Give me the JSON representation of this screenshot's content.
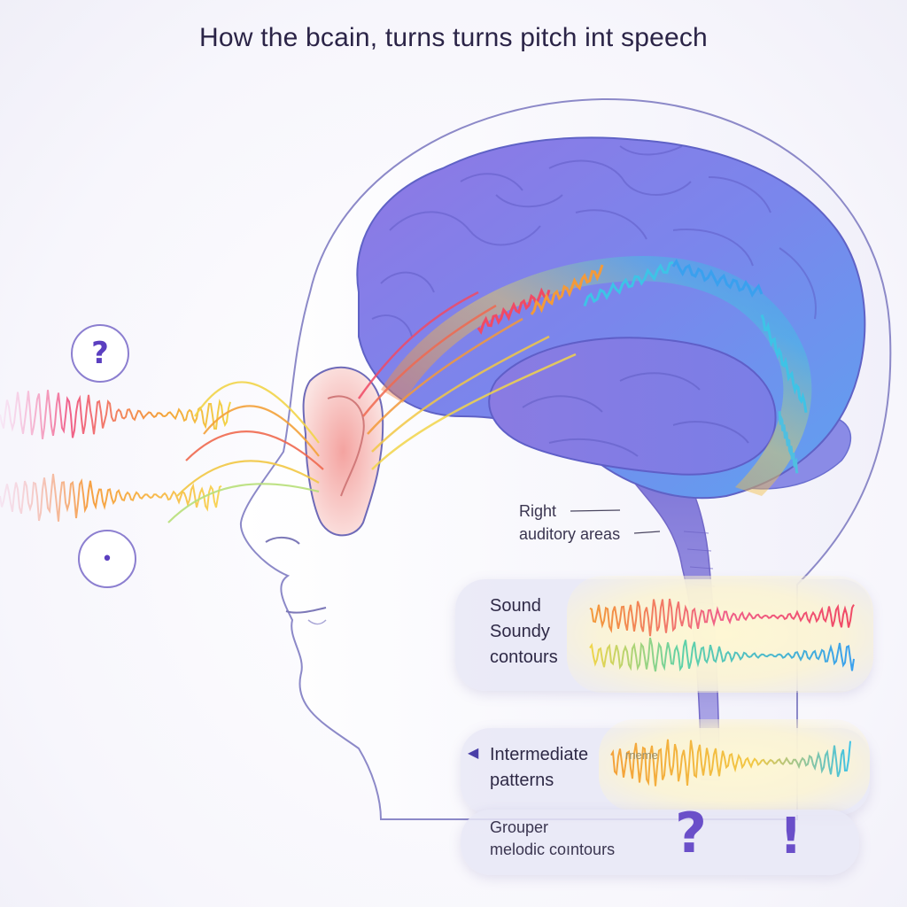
{
  "title": "How the bcain, turns turns pitch int speech",
  "callouts": {
    "right_auditory": [
      "Right",
      "auditory areas"
    ]
  },
  "panels": [
    {
      "id": "sound",
      "lines": [
        "Sound",
        "Soundy",
        "contours"
      ]
    },
    {
      "id": "intermediate",
      "lines": [
        "Intermediate",
        "patterns"
      ],
      "overlay_text": "rneme",
      "marker": "◀"
    },
    {
      "id": "grouped",
      "lines": [
        "Grouper",
        "melodic coıntours"
      ]
    }
  ],
  "marks": {
    "question_left": "?",
    "dot_left": "•",
    "question_bottom": "?",
    "exclaim_bottom": "!"
  },
  "colors": {
    "brain_main": "#7d7fe6",
    "brain_blue": "#6f9ef0",
    "wave_red": "#f0506a",
    "wave_orange": "#f4a23a",
    "wave_yellow": "#f2d54a",
    "wave_cyan": "#3ec3e6",
    "accent": "#6a4fc9"
  }
}
